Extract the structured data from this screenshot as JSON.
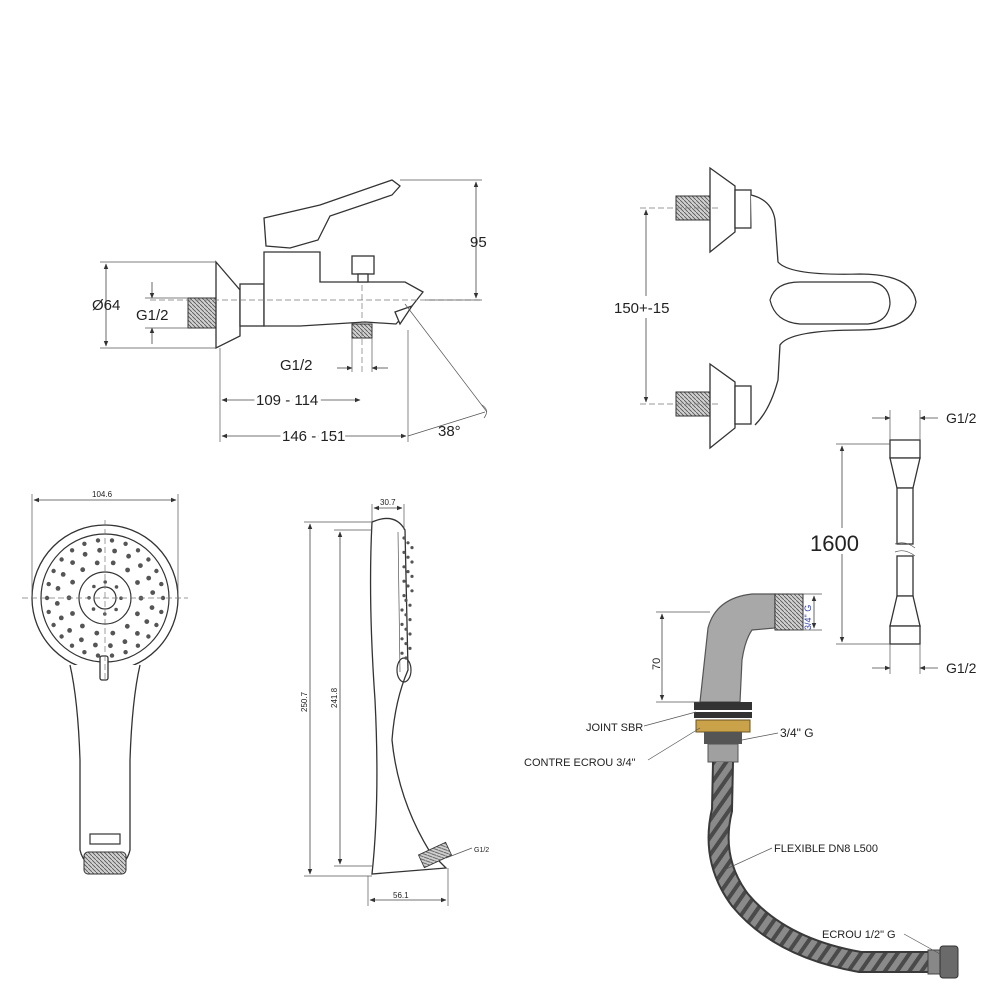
{
  "labels": {
    "mixer_height": "95",
    "mixer_diameter": "Ø64",
    "mixer_inlet_thread": "G1/2",
    "mixer_outlet_thread": "G1/2",
    "mixer_spout_dist": "109 - 114",
    "mixer_total_dist": "146 - 151",
    "mixer_angle": "38°",
    "front_center_dist": "150+-15",
    "hose_top_thread": "G1/2",
    "hose_length": "1600",
    "hose_bottom_thread": "G1/2",
    "handshower_width": "104.6",
    "handshower_depth": "30.7",
    "handshower_total_len": "250.7",
    "handshower_body_len": "241.8",
    "handshower_base": "56.1",
    "handshower_thread": "G1/2",
    "valve_height": "70",
    "valve_side_thread": "3/4\" G",
    "joint": "JOINT SBR",
    "contre_ecrou": "CONTRE ECROU 3/4\"",
    "thread_34": "3/4\" G",
    "flexible": "FLEXIBLE DN8 L500",
    "ecrou": "ECROU 1/2\" G"
  },
  "colors": {
    "line": "#333333",
    "brass": "#c9a24a",
    "chrome": "#9a9a9a",
    "hose": "#6f6f6f"
  }
}
